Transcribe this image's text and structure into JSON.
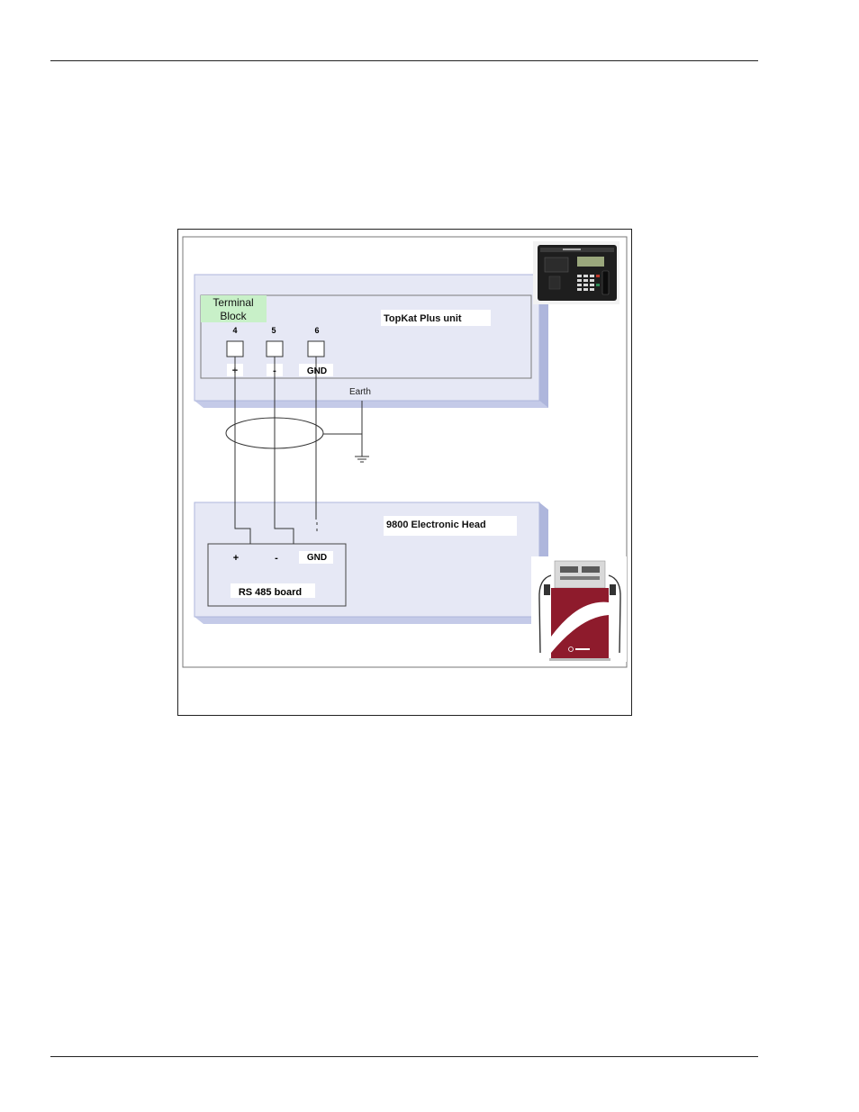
{
  "diagram": {
    "topkat": {
      "title": "TopKat Plus unit",
      "terminal_block_line1": "Terminal",
      "terminal_block_line2": "Block",
      "terminals": [
        {
          "number": "4",
          "label": "+"
        },
        {
          "number": "5",
          "label": "-"
        },
        {
          "number": "6",
          "label": "GND"
        }
      ],
      "earth_label": "Earth"
    },
    "head": {
      "title": "9800 Electronic Head",
      "board_label": "RS 485 board",
      "terminals": [
        {
          "label": "+"
        },
        {
          "label": "-"
        },
        {
          "label": "GND"
        }
      ]
    },
    "colors": {
      "panel_fill": "#e6e8f5",
      "panel_edge": "#aeb6dc",
      "terminal_block_highlight": "#c8f0c8",
      "dispenser_body": "#8e1b2c",
      "device_body": "#1e1e1e"
    },
    "icons": [
      "topkat-terminal-device-icon",
      "fuel-dispenser-icon",
      "ground-symbol-icon"
    ]
  }
}
